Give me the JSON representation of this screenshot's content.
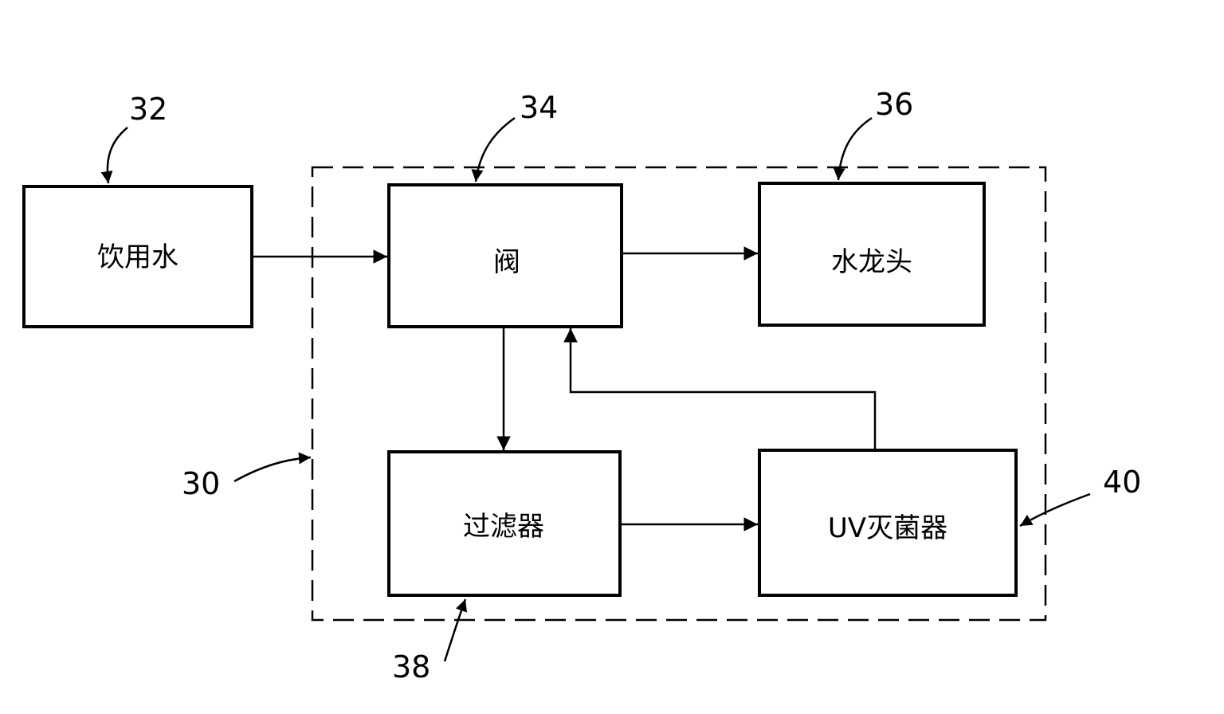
{
  "blocks": {
    "drinking_water": {
      "label": "饮用水",
      "ref": "32"
    },
    "valve": {
      "label": "阀",
      "ref": "34"
    },
    "faucet": {
      "label": "水龙头",
      "ref": "36"
    },
    "filter": {
      "label": "过滤器",
      "ref": "38"
    },
    "uv_sterilizer": {
      "label": "UV灭菌器",
      "ref": "40"
    }
  },
  "system": {
    "ref": "30"
  },
  "connections": [
    {
      "from": "drinking_water",
      "to": "valve"
    },
    {
      "from": "valve",
      "to": "faucet"
    },
    {
      "from": "valve",
      "to": "filter"
    },
    {
      "from": "filter",
      "to": "uv_sterilizer"
    },
    {
      "from": "uv_sterilizer",
      "to": "valve"
    }
  ]
}
